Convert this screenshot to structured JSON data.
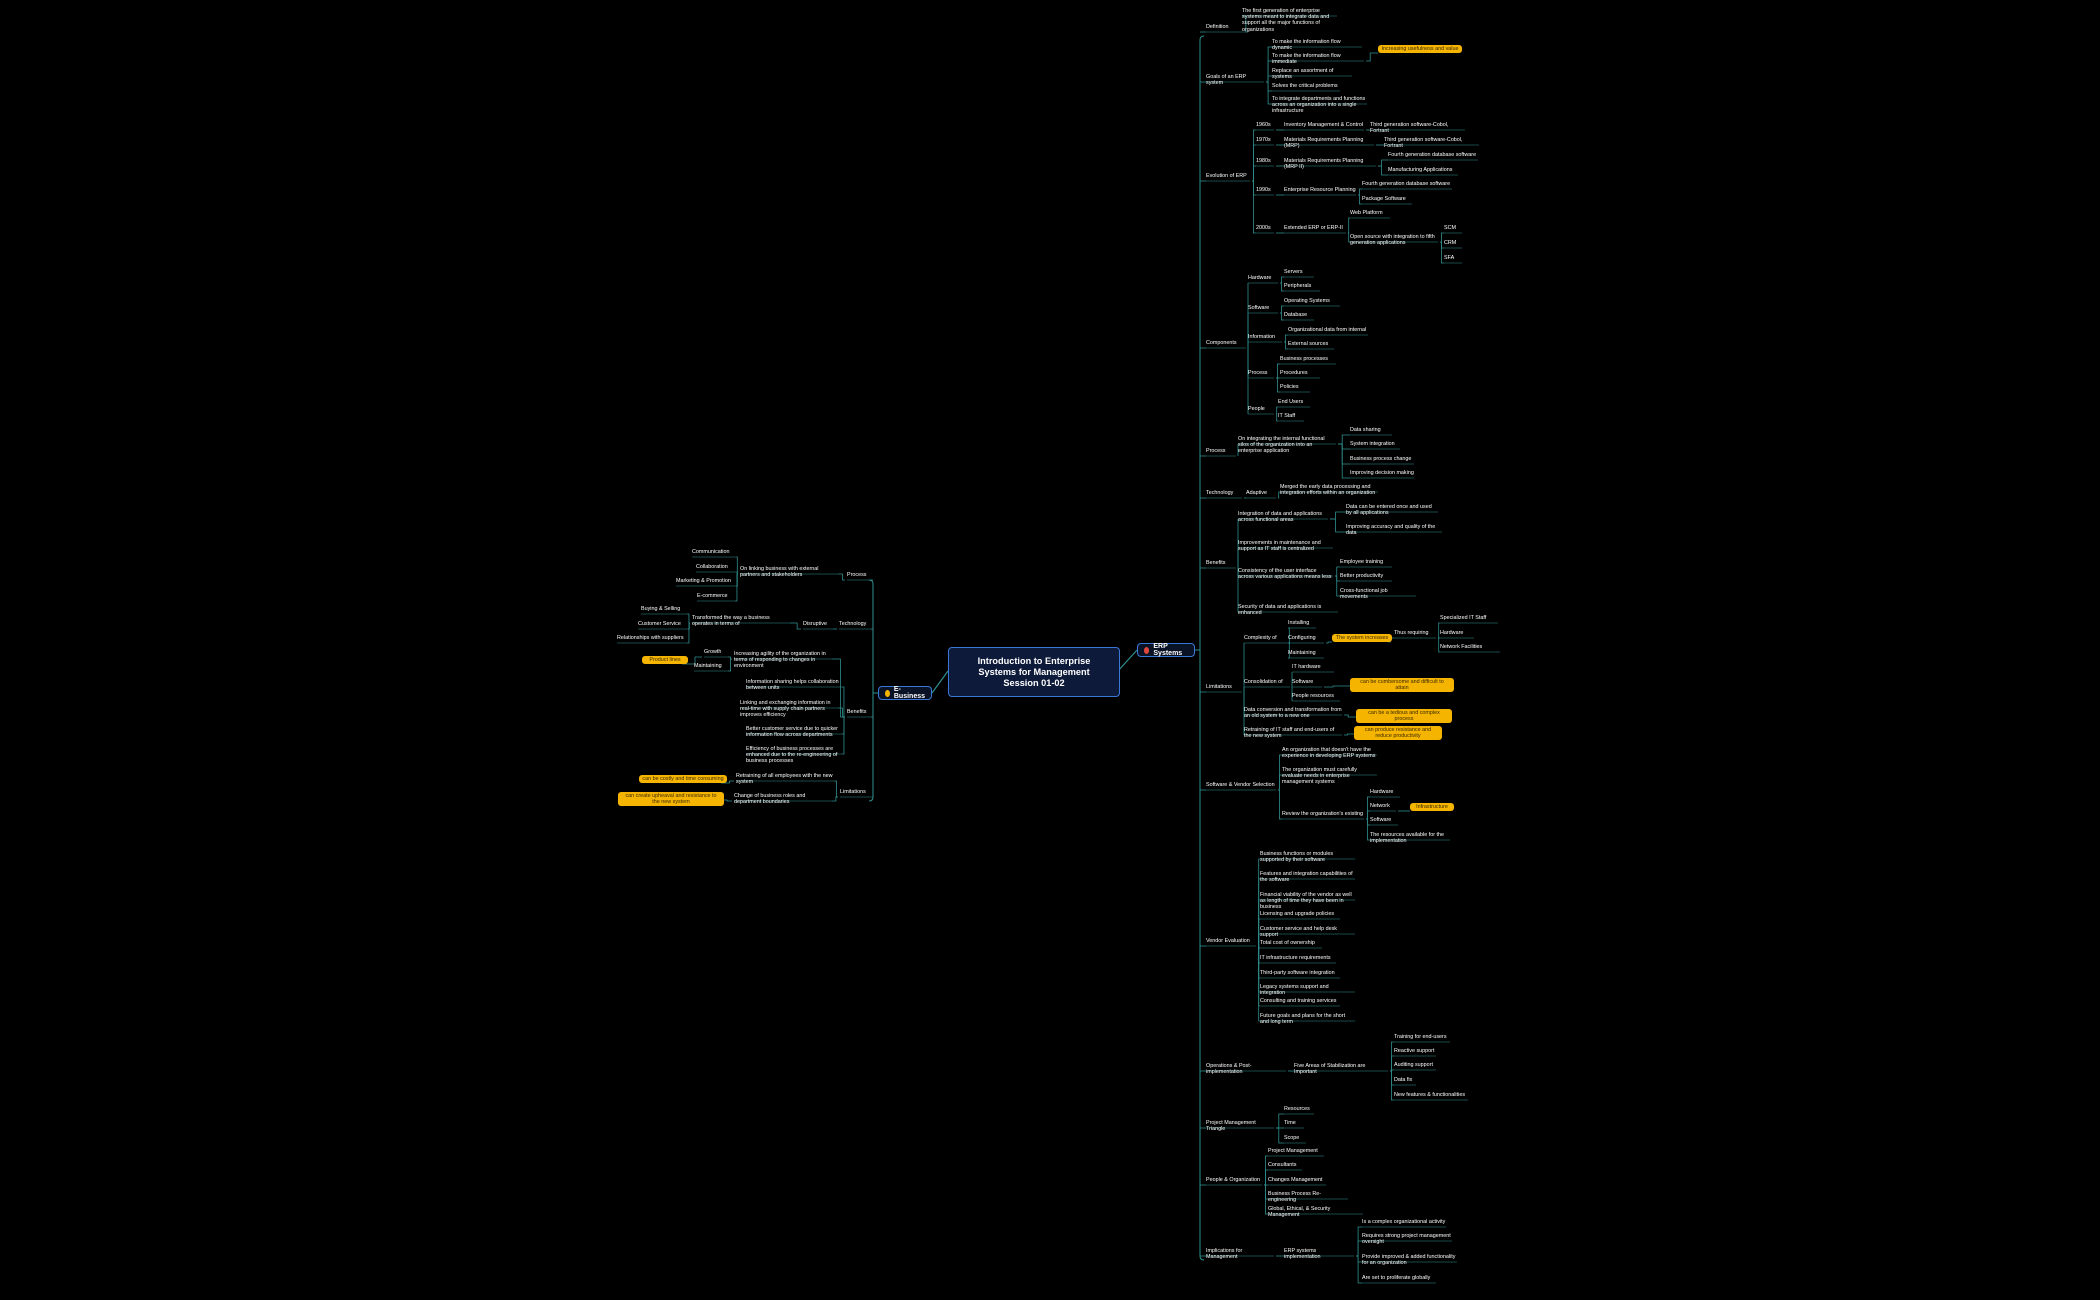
{
  "colors": {
    "background": "#000000",
    "link": "#2f8f8f",
    "accent": "#3a78d8",
    "highlight": "#f5b400"
  },
  "root": {
    "line1": "Introduction to Enterprise",
    "line2": "Systems for Management",
    "line3": "Session  01-02"
  },
  "branches": {
    "erp": {
      "label": "ERP Systems",
      "icon": "erp-dot-icon"
    },
    "ebiz": {
      "label": "E-Business",
      "icon": "ebiz-dot-icon"
    }
  },
  "nodes": [
    {
      "id": "def",
      "t": "Definition"
    },
    {
      "id": "def1",
      "t": "The first generation of enterprise systems meant to integrate data and support all the major functions of organizations"
    },
    {
      "id": "goals",
      "t": "Goals of an ERP system"
    },
    {
      "id": "g1",
      "t": "To make the information flow dynamic"
    },
    {
      "id": "g2",
      "t": "To make the information flow immediate"
    },
    {
      "id": "gh",
      "t": "Increasing usefulness and value"
    },
    {
      "id": "g3",
      "t": "Replace an assortment of systems"
    },
    {
      "id": "g4",
      "t": "Solves the critical problems"
    },
    {
      "id": "g5",
      "t": "To integrate departments and functions across an organization into a single infrastructure"
    },
    {
      "id": "evo",
      "t": "Evolution of ERP"
    },
    {
      "id": "e60",
      "t": "1960s"
    },
    {
      "id": "e60a",
      "t": "Inventory Management & Control"
    },
    {
      "id": "e60b",
      "t": "Third generation software-Cobol, Fortrant"
    },
    {
      "id": "e70",
      "t": "1970s"
    },
    {
      "id": "e70a",
      "t": "Materials Requirements Planning (MRP)"
    },
    {
      "id": "e70b",
      "t": "Third generation software-Cobol, Fortrant"
    },
    {
      "id": "e80",
      "t": "1980s"
    },
    {
      "id": "e80a",
      "t": "Materials Requirements Planning (MRP II)"
    },
    {
      "id": "e80b",
      "t": "Fourth generation database software"
    },
    {
      "id": "e80c",
      "t": "Manufacturing Applications"
    },
    {
      "id": "e90",
      "t": "1990s"
    },
    {
      "id": "e90a",
      "t": "Enterprise Resource Planning"
    },
    {
      "id": "e90b",
      "t": "Fourth generation database software"
    },
    {
      "id": "e90c",
      "t": "Package Software"
    },
    {
      "id": "e00",
      "t": "2000s"
    },
    {
      "id": "e00a",
      "t": "Extended ERP or ERP-II"
    },
    {
      "id": "e00b",
      "t": "Web Platform"
    },
    {
      "id": "e00c",
      "t": "Open source with integration to fifth generation applications"
    },
    {
      "id": "scm",
      "t": "SCM"
    },
    {
      "id": "crm",
      "t": "CRM"
    },
    {
      "id": "sfa",
      "t": "SFA"
    },
    {
      "id": "comp",
      "t": "Components"
    },
    {
      "id": "hw",
      "t": "Hardware"
    },
    {
      "id": "hw1",
      "t": "Servers"
    },
    {
      "id": "hw2",
      "t": "Peripherals"
    },
    {
      "id": "sw",
      "t": "Software"
    },
    {
      "id": "sw1",
      "t": "Operating Systems"
    },
    {
      "id": "sw2",
      "t": "Database"
    },
    {
      "id": "inf",
      "t": "Information"
    },
    {
      "id": "inf1",
      "t": "Organizational data from internal"
    },
    {
      "id": "inf2",
      "t": "External sources"
    },
    {
      "id": "pr",
      "t": "Process"
    },
    {
      "id": "pr1",
      "t": "Business processes"
    },
    {
      "id": "pr2",
      "t": "Procedures"
    },
    {
      "id": "pr3",
      "t": "Policies"
    },
    {
      "id": "pe",
      "t": "People"
    },
    {
      "id": "pe1",
      "t": "End Users"
    },
    {
      "id": "pe2",
      "t": "IT Staff"
    },
    {
      "id": "proc",
      "t": "Process"
    },
    {
      "id": "proc1",
      "t": "On integrating the internal functional silos of the organization into an enterprise application"
    },
    {
      "id": "proc1a",
      "t": "Data sharing"
    },
    {
      "id": "proc1b",
      "t": "System integration"
    },
    {
      "id": "proc1c",
      "t": "Business process change"
    },
    {
      "id": "proc1d",
      "t": "Improving decision making"
    },
    {
      "id": "tech",
      "t": "Technology"
    },
    {
      "id": "adapt",
      "t": "Adaptive"
    },
    {
      "id": "adapt1",
      "t": "Merged the early data processing and integration efforts within an organization"
    },
    {
      "id": "ben",
      "t": "Benefits"
    },
    {
      "id": "b1",
      "t": "Integration of data and applications across functional areas"
    },
    {
      "id": "b1a",
      "t": "Data can be entered once and used by all applications"
    },
    {
      "id": "b1b",
      "t": "Improving accuracy and quality of the data"
    },
    {
      "id": "b2",
      "t": "Improvements in maintenance and support as IT staff is centralized"
    },
    {
      "id": "b3",
      "t": "Consistency of the user interface across various applications means less"
    },
    {
      "id": "b3a",
      "t": "Employee training"
    },
    {
      "id": "b3b",
      "t": "Better productivity"
    },
    {
      "id": "b3c",
      "t": "Cross-functional job movements"
    },
    {
      "id": "b4",
      "t": "Security of data and applications is enhanced"
    },
    {
      "id": "lim",
      "t": "Limitations"
    },
    {
      "id": "l1",
      "t": "Complexity of"
    },
    {
      "id": "l1a",
      "t": "Installing"
    },
    {
      "id": "l1b",
      "t": "Configuring"
    },
    {
      "id": "l1c",
      "t": "Maintaining"
    },
    {
      "id": "l1h",
      "t": "The system increases"
    },
    {
      "id": "l1d",
      "t": "Thus requiring"
    },
    {
      "id": "l1e",
      "t": "Specialized IT Staff"
    },
    {
      "id": "l1f",
      "t": "Hardware"
    },
    {
      "id": "l1g",
      "t": "Network Facilities"
    },
    {
      "id": "l2",
      "t": "Consolidation of"
    },
    {
      "id": "l2a",
      "t": "IT hardware"
    },
    {
      "id": "l2b",
      "t": "Software"
    },
    {
      "id": "l2c",
      "t": "People resources"
    },
    {
      "id": "l2h",
      "t": "can be cumbersome and difficult to attain"
    },
    {
      "id": "l3",
      "t": "Data conversion and transformation from an old system to a new one"
    },
    {
      "id": "l3h",
      "t": "can be a tedious and complex process"
    },
    {
      "id": "l4",
      "t": "Retraining of IT staff and end-users of the new system"
    },
    {
      "id": "l4h",
      "t": "can produce resistance and reduce productivity"
    },
    {
      "id": "svs",
      "t": "Software & Vendor Selection"
    },
    {
      "id": "svs1",
      "t": "An organization that doesn't have the experience in developing ERP systems"
    },
    {
      "id": "svs2",
      "t": "The organization must carefully evaluate needs in enterprise management systems"
    },
    {
      "id": "svs3",
      "t": "Review the organization's  existing"
    },
    {
      "id": "svs3a",
      "t": "Hardware"
    },
    {
      "id": "svs3b",
      "t": "Network"
    },
    {
      "id": "svs3c",
      "t": "Software"
    },
    {
      "id": "svs3h",
      "t": "Infrastructure"
    },
    {
      "id": "svs4",
      "t": "The resources available for the implementation"
    },
    {
      "id": "ve",
      "t": "Vendor Evaluation"
    },
    {
      "id": "ve1",
      "t": "Business functions or modules supported by their software"
    },
    {
      "id": "ve2",
      "t": "Features and integration capabilities of the software"
    },
    {
      "id": "ve3",
      "t": "Financial viability of the vendor as well as length of time they have been in business"
    },
    {
      "id": "ve4",
      "t": "Licensing and upgrade policies"
    },
    {
      "id": "ve5",
      "t": "Customer service and help desk support"
    },
    {
      "id": "ve6",
      "t": "Total cost of ownership"
    },
    {
      "id": "ve7",
      "t": "IT infrastructure requirements"
    },
    {
      "id": "ve8",
      "t": "Third-party software integration"
    },
    {
      "id": "ve9",
      "t": "Legacy systems support and integration"
    },
    {
      "id": "ve10",
      "t": "Consulting and training services"
    },
    {
      "id": "ve11",
      "t": "Future goals and plans for the short and long term"
    },
    {
      "id": "ops",
      "t": "Operations & Post-implementation"
    },
    {
      "id": "ops1",
      "t": "Five Areas of Stabilization are Important"
    },
    {
      "id": "ops1a",
      "t": "Training for end-users"
    },
    {
      "id": "ops1b",
      "t": "Reactive support"
    },
    {
      "id": "ops1c",
      "t": "Auditing support"
    },
    {
      "id": "ops1d",
      "t": "Data fix"
    },
    {
      "id": "ops1e",
      "t": "New features & functionalities"
    },
    {
      "id": "pmt",
      "t": "Project Management Triangle"
    },
    {
      "id": "pmt1",
      "t": "Resources"
    },
    {
      "id": "pmt2",
      "t": "Time"
    },
    {
      "id": "pmt3",
      "t": "Scope"
    },
    {
      "id": "po",
      "t": "People & Organization"
    },
    {
      "id": "po1",
      "t": "Project Management"
    },
    {
      "id": "po2",
      "t": "Consultants"
    },
    {
      "id": "po3",
      "t": "Changes Management"
    },
    {
      "id": "po4",
      "t": "Business Process Re-engineering"
    },
    {
      "id": "po5",
      "t": "Global, Ethical, & Security Management"
    },
    {
      "id": "im",
      "t": "Implications for Management"
    },
    {
      "id": "im1",
      "t": "ERP systems implementation"
    },
    {
      "id": "im1a",
      "t": "Is a complex organizational activity"
    },
    {
      "id": "im1b",
      "t": "Requires strong project management oversight"
    },
    {
      "id": "im1c",
      "t": "Provide improved & added functionality for an organization"
    },
    {
      "id": "im1d",
      "t": "Are set to proliferate globally"
    },
    {
      "id": "lp",
      "t": "Process"
    },
    {
      "id": "lp1",
      "t": "On linking business with external partners and stakeholders"
    },
    {
      "id": "lp1a",
      "t": "Communication"
    },
    {
      "id": "lp1b",
      "t": "Collaboration"
    },
    {
      "id": "lp1c",
      "t": "Marketing & Promotion"
    },
    {
      "id": "lp1d",
      "t": "E-commerce"
    },
    {
      "id": "lt",
      "t": "Technology"
    },
    {
      "id": "ld",
      "t": "Disruptive"
    },
    {
      "id": "ld1",
      "t": "Transformed the way a business operates in terms of"
    },
    {
      "id": "ld1a",
      "t": "Buying & Selling"
    },
    {
      "id": "ld1b",
      "t": "Customer Service"
    },
    {
      "id": "ld1c",
      "t": "Relationships with suppliers"
    },
    {
      "id": "lb",
      "t": "Benefits"
    },
    {
      "id": "lb1",
      "t": "Increasing agility of the organization in terms of responding to changes in environment"
    },
    {
      "id": "lb1a",
      "t": "Growth"
    },
    {
      "id": "lb1b",
      "t": "Maintaining"
    },
    {
      "id": "lb1h",
      "t": "Product lines"
    },
    {
      "id": "lb2",
      "t": "Information sharing helps collaboration between units"
    },
    {
      "id": "lb3",
      "t": "Linking and exchanging information in real-time with supply chain partners improves efficiency"
    },
    {
      "id": "lb4",
      "t": "Better customer service due to quicker information flow across departments"
    },
    {
      "id": "lb5",
      "t": "Efficiency of business processes are enhanced due to the re-engineering of business processes"
    },
    {
      "id": "ll",
      "t": "Limitations"
    },
    {
      "id": "ll1",
      "t": "Retraining of all employees with the new system"
    },
    {
      "id": "ll1h",
      "t": "can be costly and time consuming"
    },
    {
      "id": "ll2",
      "t": "Change of business roles and department boundaries"
    },
    {
      "id": "ll2h",
      "t": "can create upheaval and resistance to the new system"
    }
  ]
}
